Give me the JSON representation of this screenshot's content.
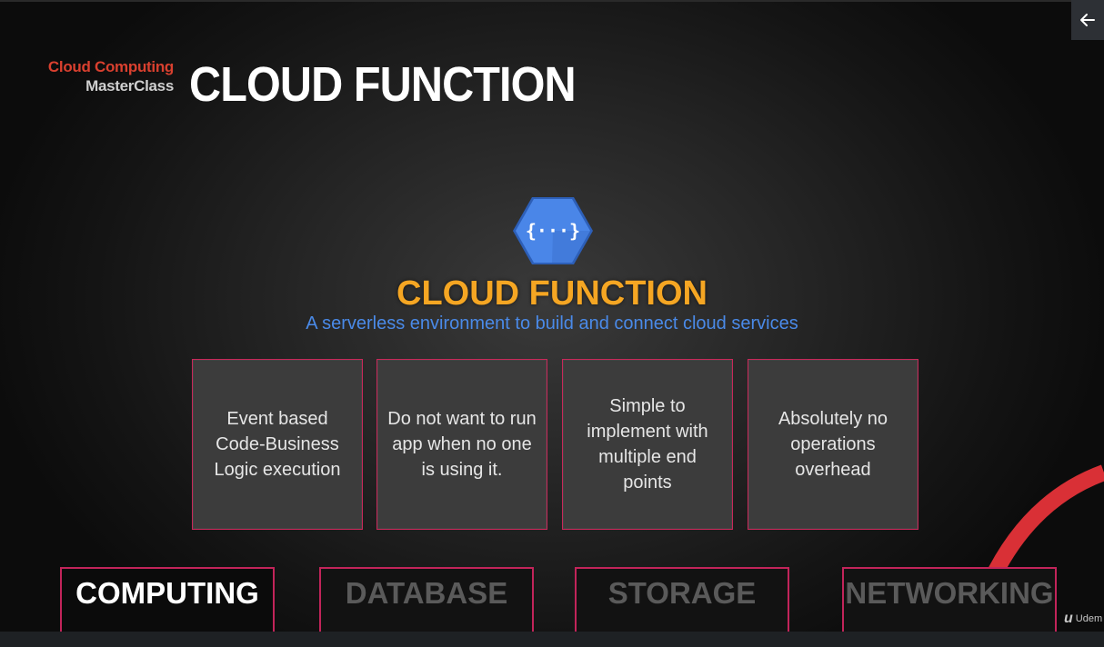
{
  "header": {
    "brand_line1": "Cloud Computing",
    "brand_line2": "MasterClass",
    "title": "CLOUD FUNCTION"
  },
  "nav": {
    "back_icon": "arrow-left-icon"
  },
  "hero": {
    "icon": "cloud-functions-hex-icon",
    "icon_glyph": "{···}",
    "title": "CLOUD FUNCTION",
    "tagline": "A serverless environment to build and connect cloud services"
  },
  "cards": [
    {
      "text": "Event based\nCode-Business\nLogic execution"
    },
    {
      "text": "Do not want to run\napp when no one\nis using it."
    },
    {
      "text": "Simple to\nimplement with\nmultiple end\npoints"
    },
    {
      "text": "Absolutely no\noperations\noverhead"
    }
  ],
  "tabs": [
    {
      "label": "COMPUTING",
      "active": true
    },
    {
      "label": "DATABASE",
      "active": false
    },
    {
      "label": "STORAGE",
      "active": false
    },
    {
      "label": "NETWORKING",
      "active": false
    }
  ],
  "watermark": {
    "logo": "Udem"
  },
  "colors": {
    "accent_red": "#d9402f",
    "title_orange": "#f5a623",
    "tagline_blue": "#4a8ae8",
    "card_border": "#c8285a",
    "hex_blue": "#4a86e8"
  }
}
